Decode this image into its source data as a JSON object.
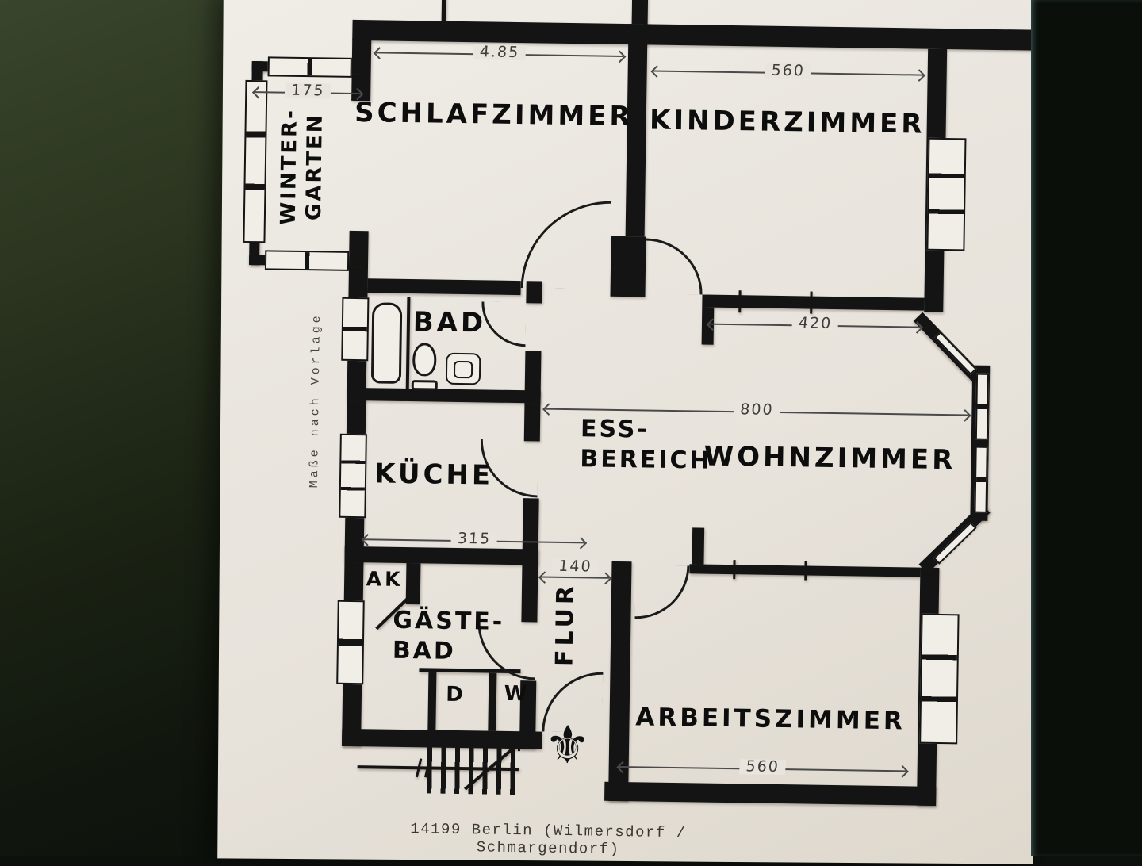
{
  "caption": "14199 Berlin (Wilmersdorf / Schmargendorf)",
  "side_note": "Maße nach Vorlage",
  "rooms": {
    "wintergarten": {
      "line1": "WINTER-",
      "line2": "GARTEN"
    },
    "schlafzimmer": {
      "label": "SCHLAFZIMMER"
    },
    "kinderzimmer": {
      "label": "KINDERZIMMER"
    },
    "bad": {
      "label": "BAD"
    },
    "kueche": {
      "label": "KÜCHE"
    },
    "essbereich": {
      "line1": "ESS-",
      "line2": "BEREICH"
    },
    "wohnzimmer": {
      "label": "WOHNZIMMER"
    },
    "abstellkammer": {
      "label": "AK"
    },
    "gaestebad": {
      "line1": "GÄSTE-",
      "line2": "BAD"
    },
    "flur": {
      "label": "FLUR"
    },
    "arbeitszimmer": {
      "label": "ARBEITSZIMMER"
    },
    "dusche": {
      "label": "D"
    },
    "wc": {
      "label": "W"
    }
  },
  "dimensions": {
    "schlafzimmer_width": "4.85",
    "kinderzimmer_width": "560",
    "wintergarten_width": "175",
    "wohnzimmer_upper_width": "420",
    "wohn_ess_width": "800",
    "kueche_width": "315",
    "flur_width": "140",
    "arbeitszimmer_width": "560"
  },
  "icons": {
    "entrance_marker": "⚜"
  },
  "colors": {
    "paper": "#e9e5de",
    "ink": "#141414",
    "background_left": "#2b351f",
    "background_right": "#0a0f0a",
    "dimension_lines": "#4a4a4a"
  }
}
